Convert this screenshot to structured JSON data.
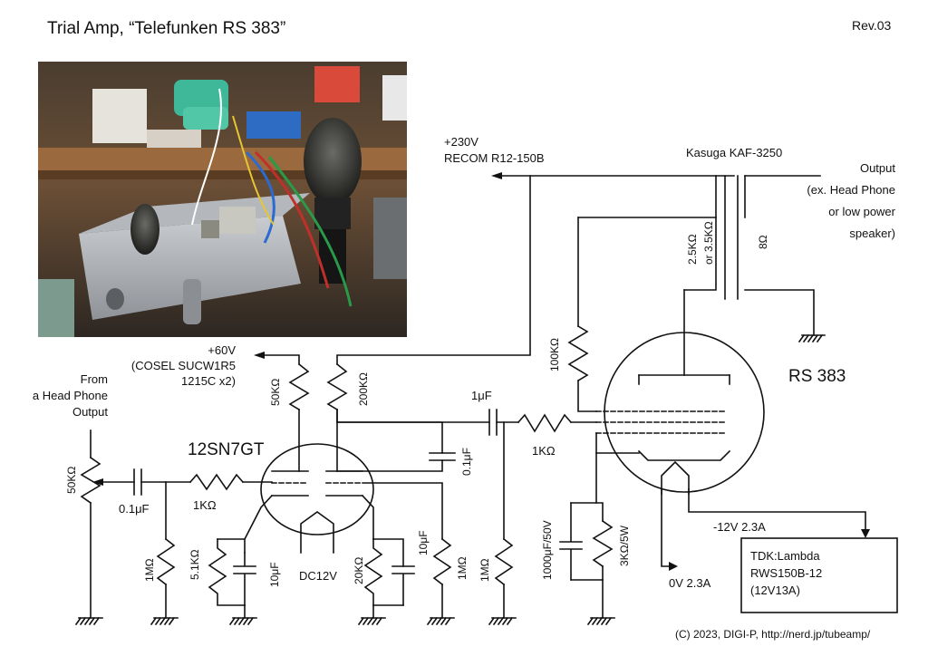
{
  "title": "Trial Amp, “Telefunken RS 383”",
  "revision": "Rev.03",
  "copyright": "(C) 2023, DIGI-P, http://nerd.jp/tubeamp/",
  "supply_230": {
    "line1": "+230V",
    "line2": "RECOM R12-150B"
  },
  "supply_60": {
    "line1": "+60V",
    "line2": "(COSEL SUCW1R5",
    "line3": "1215C x2)"
  },
  "transformer": {
    "name": "Kasuga KAF-3250",
    "primary_line1": "2.5KΩ",
    "primary_line2": "or 3.5KΩ",
    "secondary": "8Ω"
  },
  "output": {
    "line1": "Output",
    "line2": "(ex. Head Phone",
    "line3": "or low power",
    "line4": "speaker)"
  },
  "input": {
    "line1": "From",
    "line2": "a Head Phone",
    "line3": "Output"
  },
  "tubes": {
    "driver": "12SN7GT",
    "power": "RS 383"
  },
  "psu": {
    "line1": "TDK:Lambda",
    "line2": "RWS150B-12",
    "line3": "(12V13A)",
    "neg_rail": "-12V 2.3A",
    "zero_rail": "0V 2.3A"
  },
  "components": {
    "vol_pot": "50KΩ",
    "in_cap": "0.1μF",
    "in_grid_r": "1KΩ",
    "in_grid_leak": "1MΩ",
    "cath1_r": "5.1KΩ",
    "cath1_c": "10μF",
    "heater": "DC12V",
    "cath2_r": "20KΩ",
    "cath2_c": "10μF",
    "out_r": "1MΩ",
    "load1": "50KΩ",
    "load2": "200KΩ",
    "bypass_c": "0.1μF",
    "coupling_c": "1μF",
    "grid_stop": "1KΩ",
    "grid_leak": "1MΩ",
    "screen_r": "100KΩ",
    "cath_c": "1000μF/50V",
    "cath_r": "3KΩ/5W"
  },
  "photo": {
    "description_icon": "amp-photo"
  }
}
